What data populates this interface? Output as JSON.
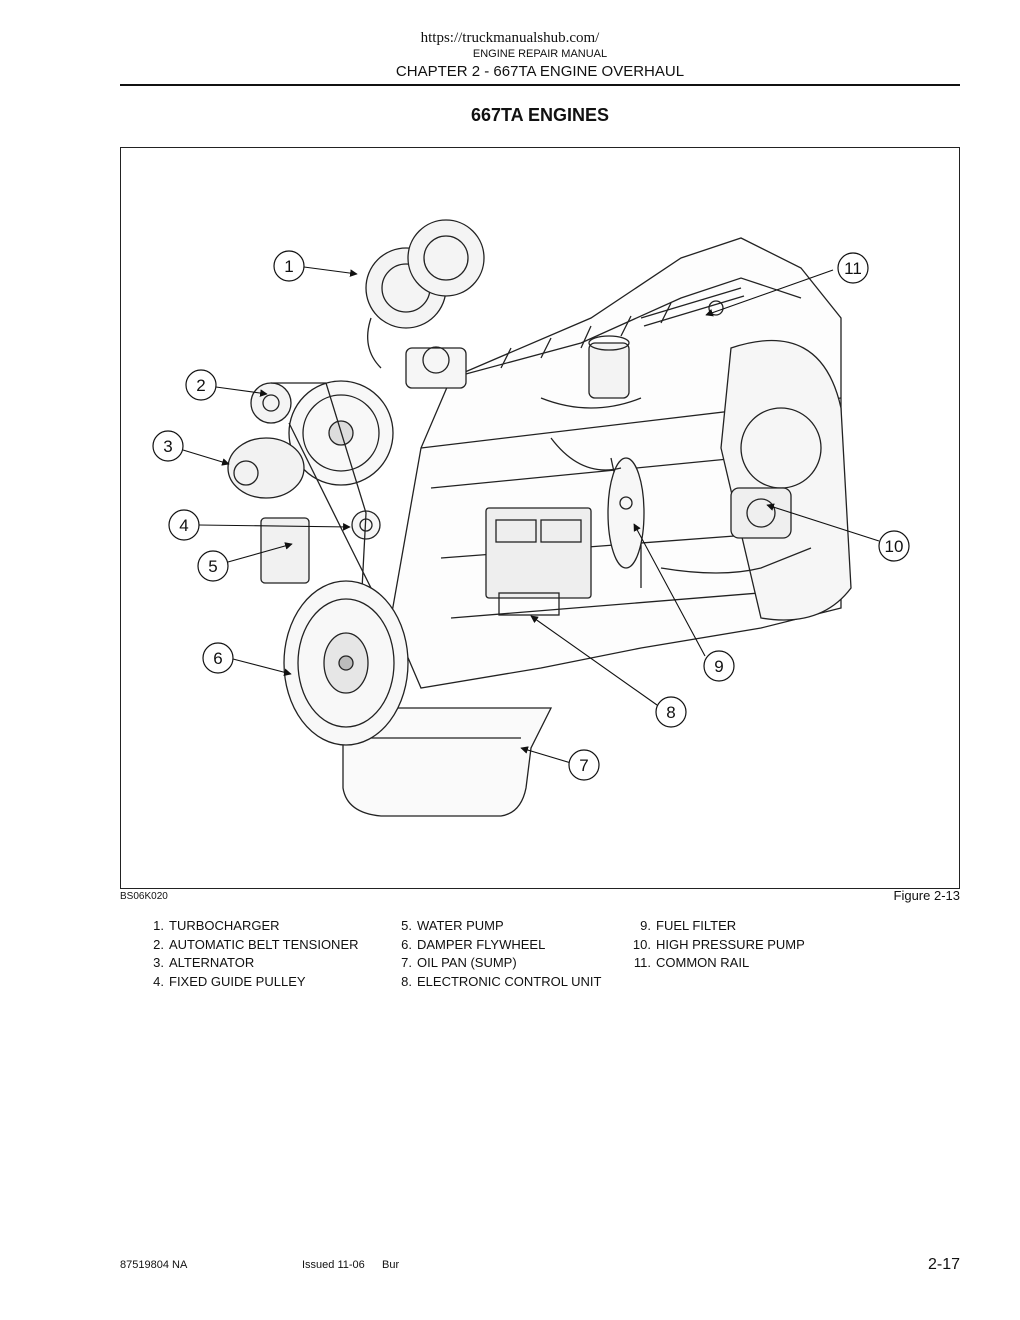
{
  "header": {
    "url": "https://truckmanualshub.com/",
    "manual": "ENGINE REPAIR MANUAL",
    "chapter": "CHAPTER 2 - 667TA ENGINE OVERHAUL"
  },
  "title": "667TA ENGINES",
  "figure": {
    "code": "BS06K020",
    "number": "Figure 2-13",
    "callouts": [
      "1",
      "2",
      "3",
      "4",
      "5",
      "6",
      "7",
      "8",
      "9",
      "10",
      "11"
    ]
  },
  "legend": [
    {
      "n": "1.",
      "label": "TURBOCHARGER"
    },
    {
      "n": "2.",
      "label": "AUTOMATIC BELT TENSIONER"
    },
    {
      "n": "3.",
      "label": "ALTERNATOR"
    },
    {
      "n": "4.",
      "label": "FIXED GUIDE PULLEY"
    },
    {
      "n": "5.",
      "label": "WATER PUMP"
    },
    {
      "n": "6.",
      "label": "DAMPER FLYWHEEL"
    },
    {
      "n": "7.",
      "label": "OIL PAN (SUMP)"
    },
    {
      "n": "8.",
      "label": "ELECTRONIC CONTROL UNIT"
    },
    {
      "n": "9.",
      "label": "FUEL FILTER"
    },
    {
      "n": "10.",
      "label": "HIGH PRESSURE PUMP"
    },
    {
      "n": "11.",
      "label": "COMMON RAIL"
    }
  ],
  "footer": {
    "part_number": "87519804 NA",
    "issued": "Issued 11-06",
    "location": "Bur",
    "page": "2-17"
  }
}
